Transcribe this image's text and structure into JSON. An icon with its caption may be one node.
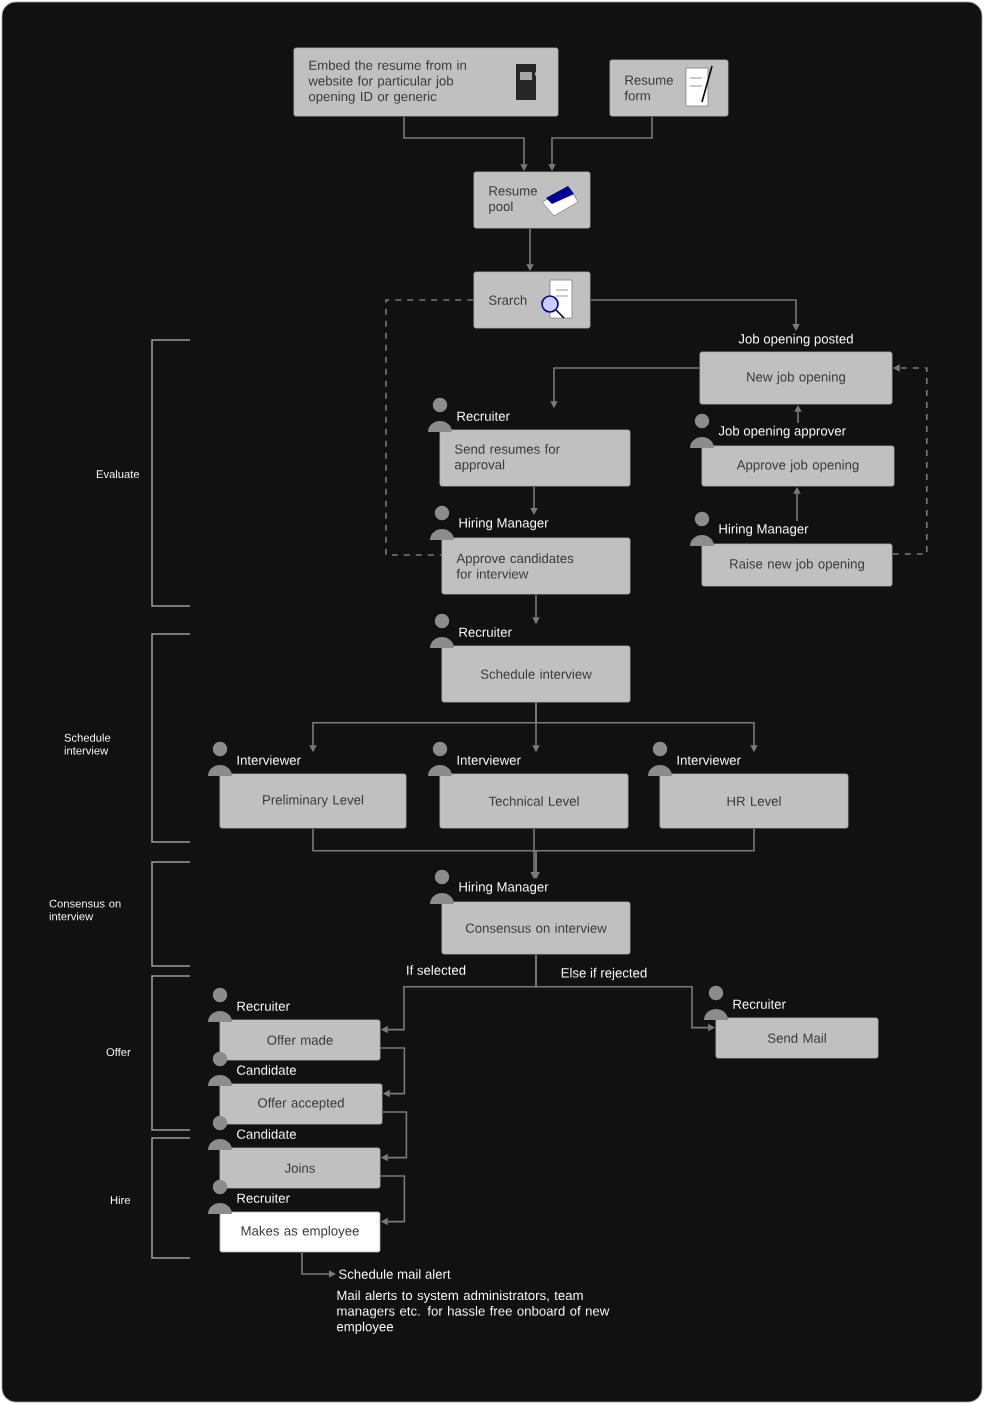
{
  "diagram": {
    "nodes": [
      {
        "text": [
          "Embed the resume from in website for particular job opening ID or generic"
        ]
      },
      {
        "text": [
          "Resume form"
        ]
      },
      {
        "text": [
          "Resume pool"
        ]
      },
      {
        "text": [
          "Srarch"
        ]
      },
      {
        "text": [
          "Job opening posted",
          "New job opening"
        ]
      },
      {
        "text": [
          "Recruiter",
          "Send resumes for approval"
        ]
      },
      {
        "text": [
          "Job opening approver",
          "Approve job opening"
        ]
      },
      {
        "text": [
          "Hiring Manager",
          "Approve candidates for interview"
        ]
      },
      {
        "text": [
          "Hiring Manager",
          "Raise new job opening"
        ]
      },
      {
        "text": [
          "Recruiter",
          "Schedule interview"
        ]
      },
      {
        "text": [
          "Interviewer",
          "Preliminary Level"
        ]
      },
      {
        "text": [
          "Interviewer",
          "Technical Level"
        ]
      },
      {
        "text": [
          "Interviewer",
          "HR Level"
        ]
      },
      {
        "text": [
          "Hiring Manager",
          "Consensus on interview"
        ]
      },
      {
        "text": [
          "Recruiter",
          "Send Mail"
        ]
      },
      {
        "text": [
          "Recruiter",
          "Offer made"
        ]
      },
      {
        "text": [
          "Candidate",
          "Offer accepted"
        ]
      },
      {
        "text": [
          "Candidate",
          "Joins"
        ]
      },
      {
        "text": [
          "Recruiter",
          "Makes as employee"
        ]
      },
      {
        "text": [
          "Schedule mail alert"
        ]
      }
    ],
    "edges": [
      {
        "from": 0,
        "to": 2,
        "arrow": "to"
      },
      {
        "from": 1,
        "to": 2,
        "arrow": "to"
      },
      {
        "from": 2,
        "to": 3,
        "arrow": "to"
      },
      {
        "from": 3,
        "to": 4,
        "arrow": "to"
      },
      {
        "from": 3,
        "to": 7,
        "arrow": "none",
        "style": "dashed"
      },
      {
        "from": 4,
        "to": 5,
        "arrow": "to"
      },
      {
        "from": 5,
        "to": 7,
        "arrow": "to"
      },
      {
        "from": 8,
        "to": 6,
        "arrow": "to"
      },
      {
        "from": 6,
        "to": 4,
        "arrow": "to"
      },
      {
        "from": 8,
        "to": 4,
        "arrow": "to",
        "style": "dashed"
      },
      {
        "from": 7,
        "to": 9,
        "arrow": "to"
      },
      {
        "from": 9,
        "to": 10,
        "arrow": "to"
      },
      {
        "from": 9,
        "to": 11,
        "arrow": "to"
      },
      {
        "from": 9,
        "to": 12,
        "arrow": "to"
      },
      {
        "from": 10,
        "to": 13,
        "arrow": "to"
      },
      {
        "from": 11,
        "to": 13,
        "arrow": "to"
      },
      {
        "from": 12,
        "to": 13,
        "arrow": "to"
      },
      {
        "from": 13,
        "to": 15,
        "arrow": "to",
        "label": "If selected"
      },
      {
        "from": 13,
        "to": 14,
        "arrow": "to",
        "label": "Else if rejected"
      },
      {
        "from": 15,
        "to": 16,
        "arrow": "to"
      },
      {
        "from": 16,
        "to": 17,
        "arrow": "to"
      },
      {
        "from": 17,
        "to": 18,
        "arrow": "to"
      },
      {
        "from": 18,
        "to": 19,
        "arrow": "to"
      }
    ],
    "labels": [
      "Evaluate",
      "Schedule interview",
      "Consensus on interview",
      "Offer",
      "Hire",
      "Mail alerts to system administrators, team managers etc. for hassle free onboard of new employee"
    ]
  }
}
